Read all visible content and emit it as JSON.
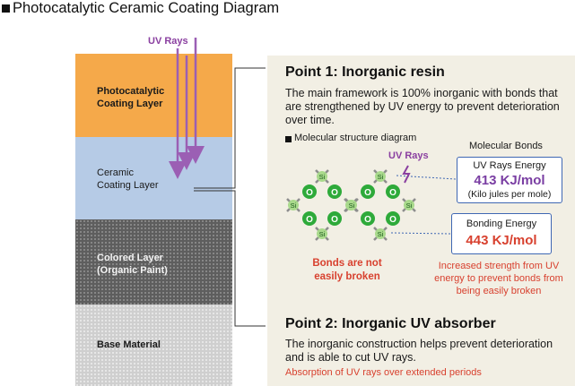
{
  "title": "Photocatalytic Ceramic Coating Diagram",
  "layers": {
    "photocatalytic": "Photocatalytic\nCoating Layer",
    "ceramic": "Ceramic\nCoating Layer",
    "colored": "Colored Layer\n(Organic Paint)",
    "base": "Base Material"
  },
  "uv_rays_label": "UV Rays",
  "point1": {
    "title": "Point 1: Inorganic resin",
    "body": "The main framework is 100% inorganic with bonds that are strengthened by UV energy to prevent deterioration over time.",
    "sub_heading": "Molecular structure diagram"
  },
  "molecule": {
    "uv_label": "UV Rays",
    "atom_si": "Si",
    "atom_o": "O",
    "bonds_note": "Bonds are not easily broken"
  },
  "molecular_bonds": {
    "heading": "Molecular Bonds",
    "uv_energy_label": "UV Rays Energy",
    "uv_energy_value": "413 KJ/mol",
    "uv_energy_note": "(Kilo jules per mole)",
    "bonding_label": "Bonding Energy",
    "bonding_value": "443 KJ/mol",
    "increase_note": "Increased strength from UV energy to prevent bonds from being easily broken"
  },
  "point2": {
    "title": "Point 2: Inorganic UV absorber",
    "body": "The inorganic construction helps prevent deterioration and is able to cut UV rays.",
    "note": "Absorption of UV rays over extended periods"
  },
  "colors": {
    "photocatalytic_layer": "#f5a94a",
    "ceramic_layer": "#b6cbe6",
    "uv_purple": "#8a3fa0",
    "accent_red": "#d8412f",
    "box_border": "#3f67b3",
    "panel_bg": "#f2efe4",
    "oxygen_green": "#2eaa3a",
    "silicon_green": "#a9d98c"
  }
}
